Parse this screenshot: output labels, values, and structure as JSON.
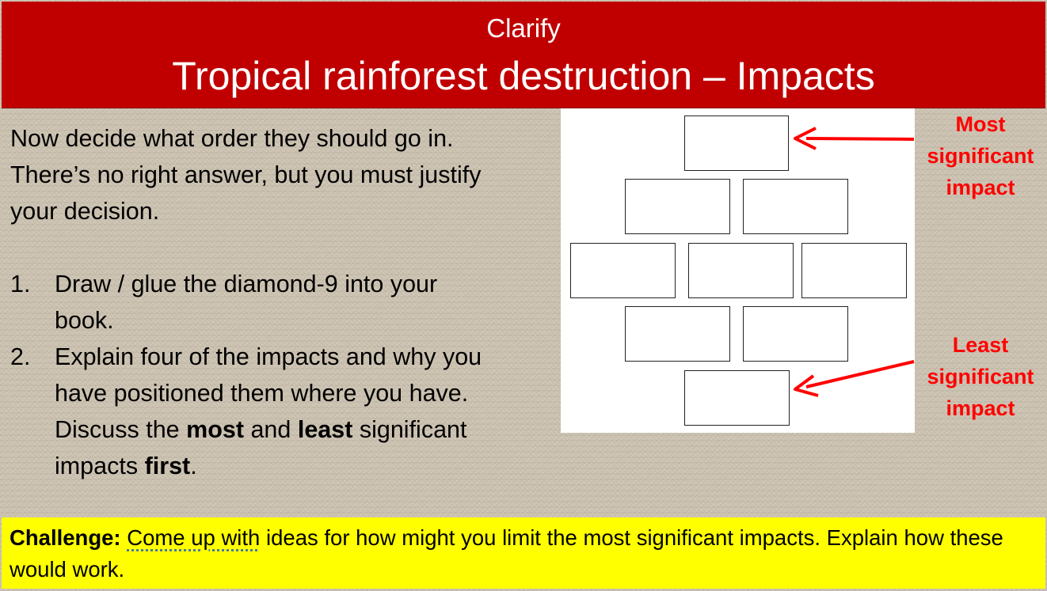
{
  "header": {
    "subtitle": "Clarify",
    "title": "Tropical rainforest destruction – Impacts"
  },
  "intro": {
    "line1": "Now decide what order they should go in.",
    "line2": "There’s no right answer, but you must justify",
    "line3": "your decision."
  },
  "steps": [
    {
      "num": "1.",
      "line1": "Draw / glue the diamond-9 into your",
      "line2": "book."
    },
    {
      "num": "2.",
      "line1": "Explain four of the impacts and why you",
      "line2": "have positioned them where you have.",
      "line3_pre": "Discuss the ",
      "line3_b1": "most",
      "line3_mid": " and ",
      "line3_b2": "least",
      "line3_post": " significant",
      "line4_pre": "impacts ",
      "line4_b": "first",
      "line4_post": "."
    }
  ],
  "labels": {
    "most_1": "Most",
    "most_2": "significant",
    "most_3": "impact",
    "least_1": "Least",
    "least_2": "significant",
    "least_3": "impact"
  },
  "challenge": {
    "label": "Challenge:",
    "dotted": "Come up with",
    "rest": " ideas for how might you limit the most significant impacts. Explain how these would work."
  },
  "colors": {
    "header_bg": "#c00000",
    "label_red": "#ff0000",
    "challenge_bg": "#ffff00"
  }
}
